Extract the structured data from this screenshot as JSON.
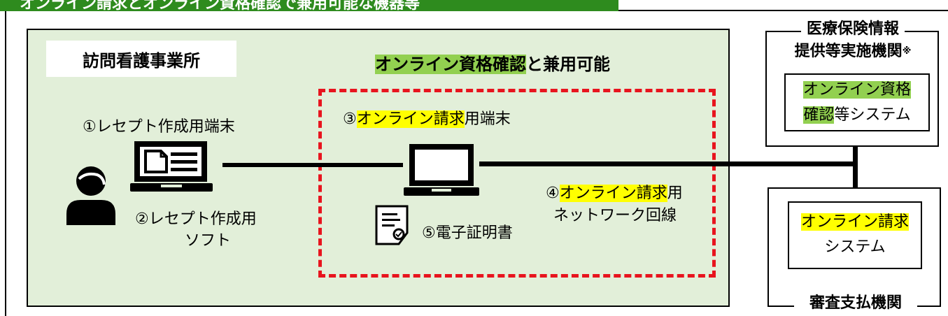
{
  "title": "オンライン請求とオンライン資格確認で兼用可能な機器等",
  "office_label": "訪問看護事業所",
  "combo_label": {
    "highlight": "オンライン資格確認",
    "rest": "と兼用可能"
  },
  "items": {
    "item1": "①レセプト作成用端末",
    "item2": {
      "line1": "②レセプト作成用",
      "line2": "ソフト"
    },
    "item3": {
      "prefix": "③",
      "highlight": "オンライン請求",
      "suffix": "用端末"
    },
    "item4": {
      "prefix": "④",
      "highlight": "オンライン請求",
      "suffix": "用",
      "line2": "ネットワーク回線"
    },
    "item5": "⑤電子証明書"
  },
  "org1": {
    "name_line1": "医療保険情報",
    "name_line2": "提供等実施機関",
    "note_mark": "※",
    "system": {
      "hl1": "オンライン資格",
      "hl2": "確認",
      "rest": "等システム"
    }
  },
  "org2": {
    "name": "審査支払機関",
    "system": {
      "highlight": "オンライン請求",
      "line2": "システム"
    }
  },
  "colors": {
    "title_bg": "#2e8b1e",
    "area_bg": "#e2efd9",
    "highlight_green": "#92d050",
    "highlight_yellow": "#ffff00",
    "dash": "#e8141e"
  }
}
